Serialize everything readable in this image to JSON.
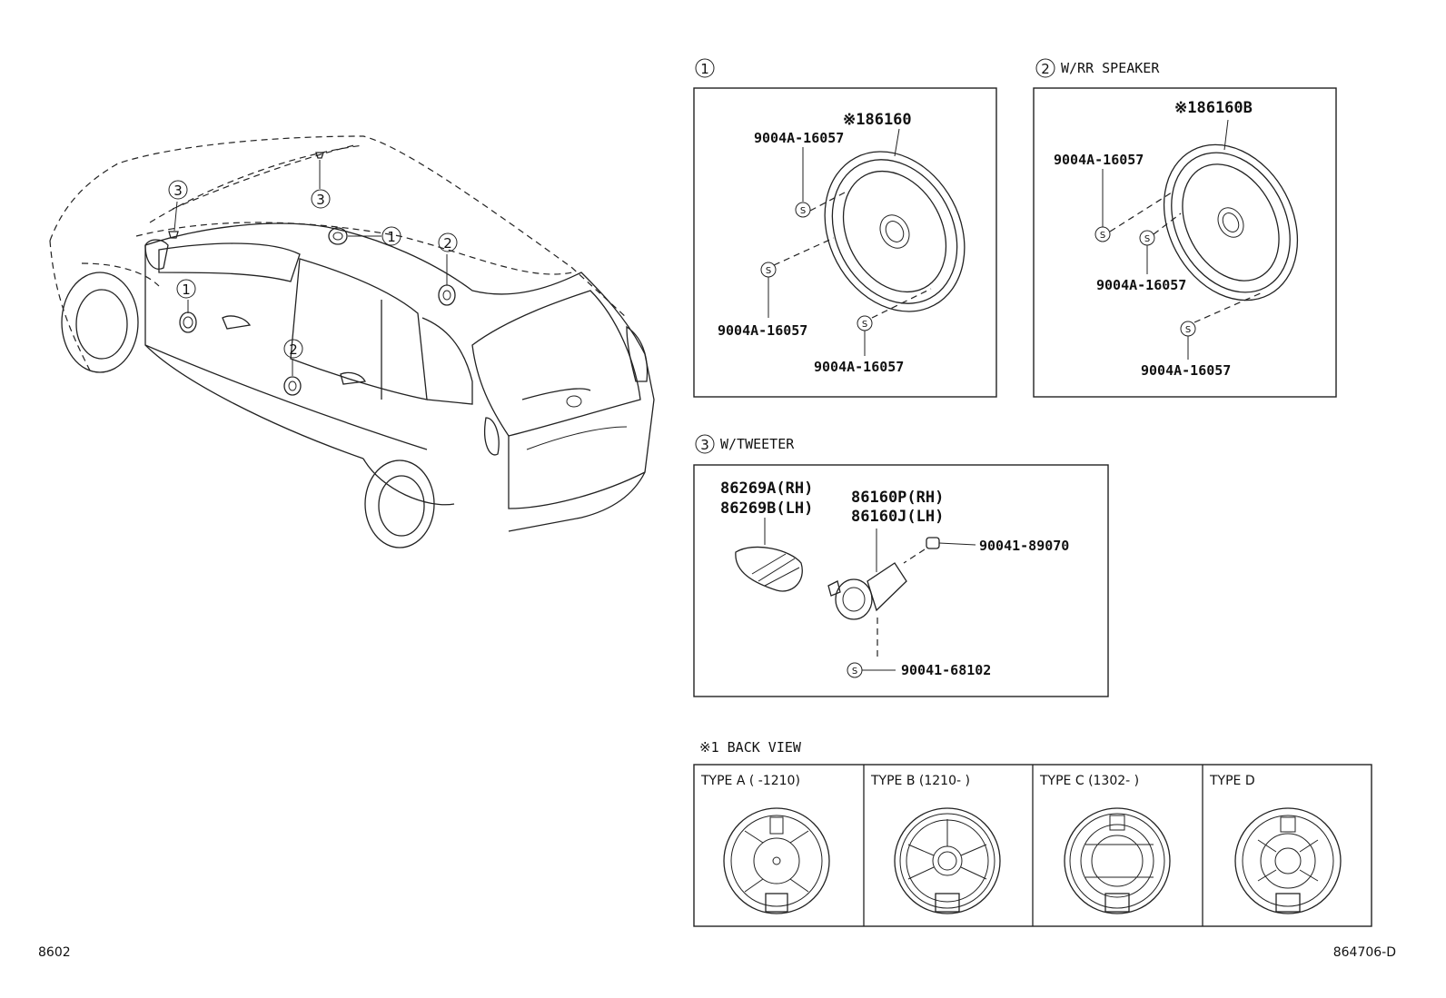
{
  "page_code_left": "8602",
  "page_code_right": "864706-D",
  "car_callouts": [
    "1",
    "2",
    "3"
  ],
  "sections": {
    "front_speaker": {
      "num": "1",
      "title": "",
      "speaker_part": "※186160",
      "screw_parts": [
        "9004A-16057",
        "9004A-16057",
        "9004A-16057"
      ]
    },
    "rear_speaker": {
      "num": "2",
      "title": "W/RR SPEAKER",
      "speaker_part": "※186160B",
      "screw_parts": [
        "9004A-16057",
        "9004A-16057",
        "9004A-16057"
      ]
    },
    "tweeter": {
      "num": "3",
      "title": "W/TWEETER",
      "cover_parts": [
        "86269A(RH)",
        "86269B(LH)"
      ],
      "tweeter_parts": [
        "86160P(RH)",
        "86160J(LH)"
      ],
      "clip_part": "90041-89070",
      "screw_part": "90041-68102"
    }
  },
  "back_view": {
    "title": "※1 BACK VIEW",
    "types": [
      "TYPE A (   -1210)",
      "TYPE B (1210-   )",
      "TYPE C (1302-   )",
      "TYPE D"
    ]
  },
  "screw_symbol": "S"
}
